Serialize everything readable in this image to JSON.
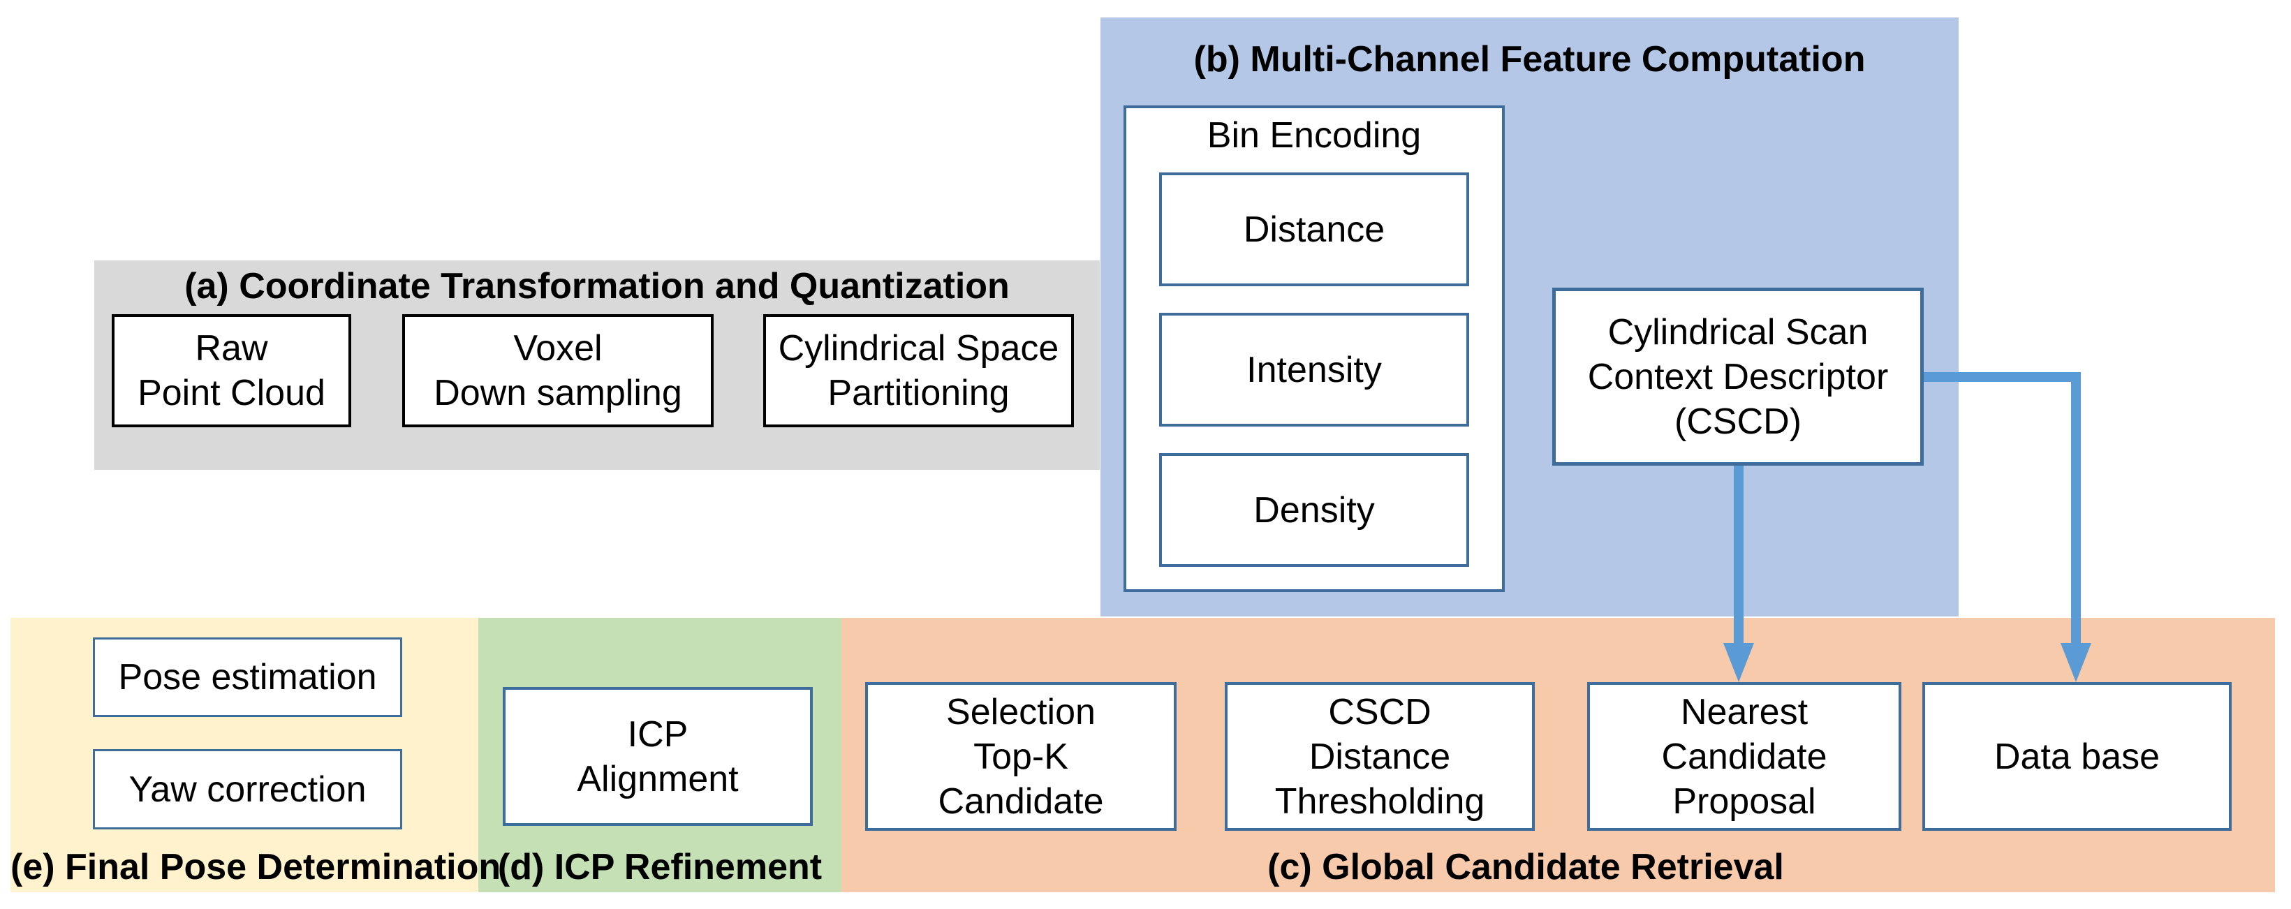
{
  "diagram": {
    "sections": {
      "a": {
        "title": "(a) Coordinate Transformation and Quantization",
        "bg_color": "#d9d9d9",
        "boxes": {
          "raw": "Raw\nPoint Cloud",
          "voxel": "Voxel\nDown sampling",
          "cylindrical": "Cylindrical Space\nPartitioning"
        }
      },
      "b": {
        "title": "(b) Multi-Channel Feature Computation",
        "bg_color": "#b4c7e7",
        "bin_encoding": {
          "label": "Bin Encoding",
          "channels": {
            "distance": "Distance",
            "intensity": "Intensity",
            "density": "Density"
          }
        },
        "cscd": "Cylindrical Scan\nContext Descriptor\n(CSCD)"
      },
      "c": {
        "title": "(c) Global Candidate Retrieval",
        "bg_color": "#f7caac",
        "boxes": {
          "selection": "Selection\nTop-K\nCandidate",
          "thresholding": "CSCD\nDistance\nThresholding",
          "nearest": "Nearest\nCandidate\nProposal",
          "database": "Data base"
        }
      },
      "d": {
        "title": "(d) ICP Refinement",
        "bg_color": "#c5e0b4",
        "boxes": {
          "icp": "ICP\nAlignment"
        }
      },
      "e": {
        "title": "(e) Final Pose Determination",
        "bg_color": "#fff2cc",
        "boxes": {
          "pose": "Pose estimation",
          "yaw": "Yaw correction"
        }
      }
    },
    "arrows": [
      {
        "name": "cscd-to-nearest-candidate-proposal",
        "color": "#5b9bd5"
      },
      {
        "name": "cscd-to-database",
        "color": "#5b9bd5"
      }
    ],
    "colors": {
      "border_blue": "#3e6c9b",
      "border_black": "#000000",
      "arrow_blue": "#5b9bd5",
      "text_color": "#000000"
    }
  }
}
